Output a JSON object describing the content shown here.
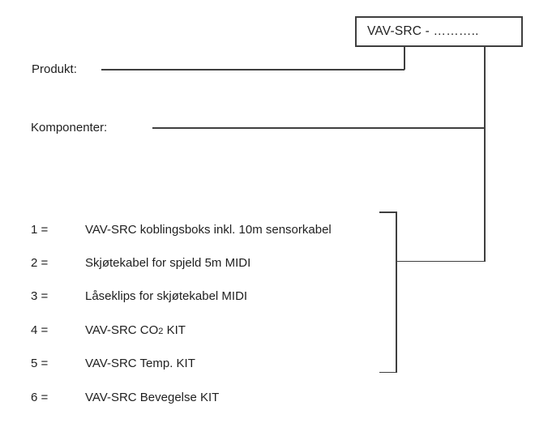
{
  "colors": {
    "line": "#3f3f3f",
    "text": "#1f1f1f",
    "background": "#ffffff"
  },
  "product_box": {
    "label": "VAV-SRC - ……….."
  },
  "labels": {
    "produkt": "Produkt:",
    "komponenter": "Komponenter:"
  },
  "components": [
    {
      "num": "1 =",
      "parts": [
        {
          "text": "VAV-SRC koblingsboks inkl. 10m sensorkabel"
        }
      ]
    },
    {
      "num": "2 =",
      "parts": [
        {
          "text": "Skjøtekabel for spjeld 5m MIDI"
        }
      ]
    },
    {
      "num": "3 =",
      "parts": [
        {
          "text": "Låseklips for skjøtekabel MIDI"
        }
      ]
    },
    {
      "num": "4 =",
      "parts": [
        {
          "text": "VAV-SRC CO"
        },
        {
          "text": "2",
          "small": true
        },
        {
          "text": " KIT"
        }
      ]
    },
    {
      "num": "5 =",
      "parts": [
        {
          "text": "VAV-SRC Temp. KIT"
        }
      ]
    },
    {
      "num": "6 =",
      "parts": [
        {
          "text": "VAV-SRC Bevegelse KIT"
        }
      ]
    }
  ],
  "layout_note": ""
}
